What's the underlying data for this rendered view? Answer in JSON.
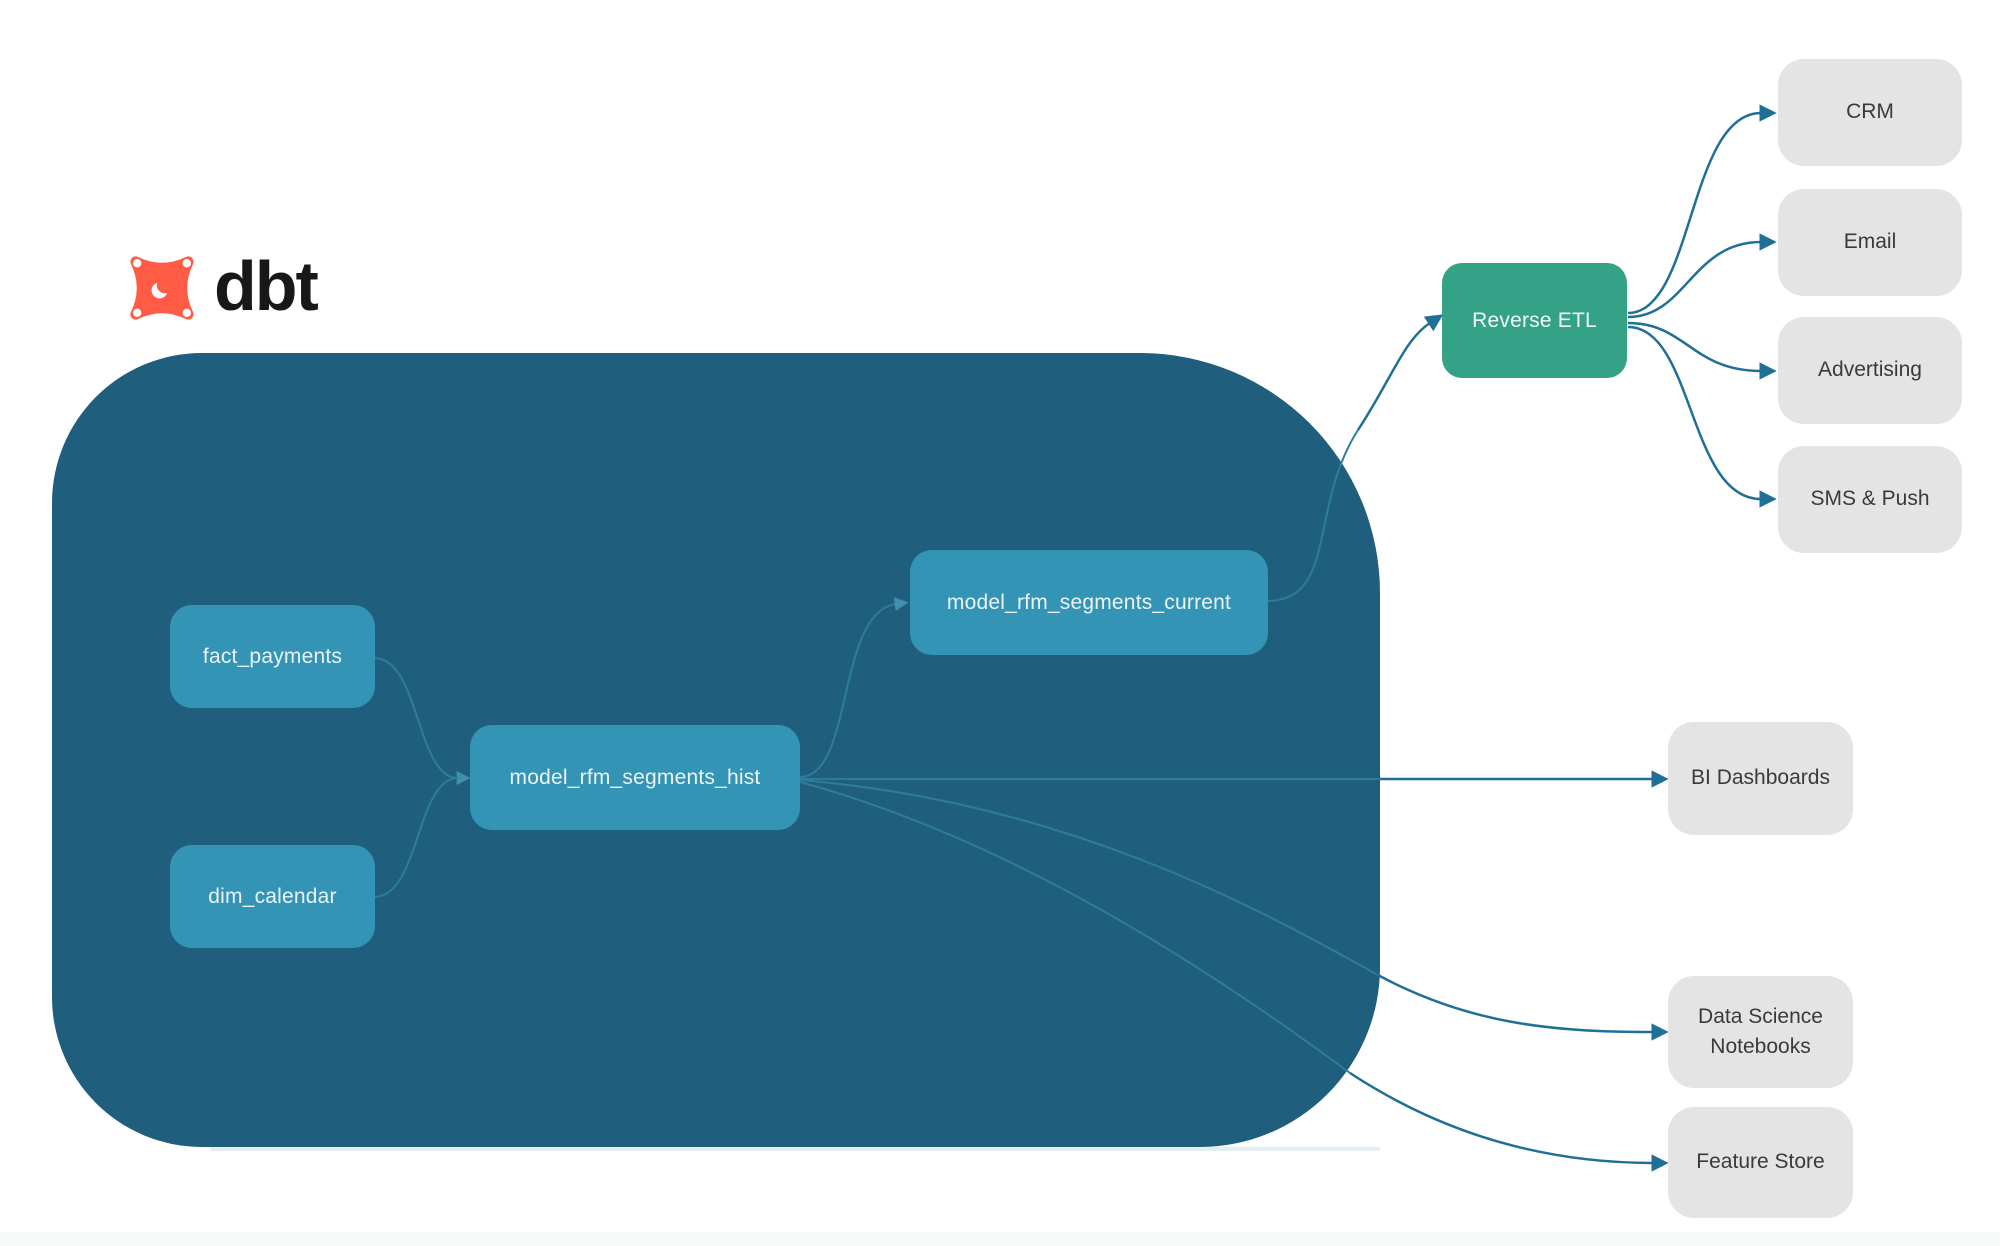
{
  "colors": {
    "canvas": "#ffffff",
    "container": "#205E7E",
    "node": "#3494B6",
    "node-text": "#EAF4F9",
    "green": "#33A287",
    "gray-box": "#E4E4E4",
    "gray-text": "#3A3A3A",
    "line-ext": "#1F6F96",
    "line-int": "#2E7C9B",
    "line-int-arrow": "#3F8FAD",
    "logo-orange": "#FF5B45",
    "logo-text": "#181818",
    "footer-band": "#F8F9F9"
  },
  "logo": {
    "wordmark": "dbt"
  },
  "dbt_project": {
    "nodes": {
      "fact_payments": {
        "label": "fact_payments"
      },
      "dim_calendar": {
        "label": "dim_calendar"
      },
      "model_rfm_segments_hist": {
        "label": "model_rfm_segments_hist"
      },
      "model_rfm_segments_current": {
        "label": "model_rfm_segments_current"
      }
    }
  },
  "reverse_etl": {
    "label": "Reverse ETL"
  },
  "activation_destinations": [
    {
      "label": "CRM"
    },
    {
      "label": "Email"
    },
    {
      "label": "Advertising"
    },
    {
      "label": "SMS & Push"
    }
  ],
  "analytics_destinations": [
    {
      "label": "BI Dashboards"
    },
    {
      "label": "Data Science Notebooks"
    },
    {
      "label": "Feature Store"
    }
  ]
}
